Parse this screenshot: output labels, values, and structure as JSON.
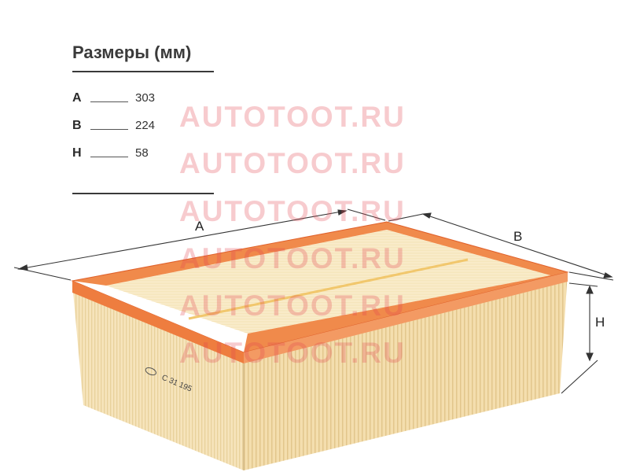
{
  "title": "Размеры (мм)",
  "dimensions": [
    {
      "letter": "A",
      "value": "303"
    },
    {
      "letter": "B",
      "value": "224"
    },
    {
      "letter": "H",
      "value": "58"
    }
  ],
  "diagram_labels": {
    "a": "A",
    "b": "B",
    "h": "H"
  },
  "filter_marking": "C 31 195",
  "watermark": "AUTOTOOT.RU",
  "colors": {
    "frame": "#f08a4b",
    "frame_dark": "#e0622c",
    "media": "#f7e6bf",
    "media_shade": "#ecd6a4",
    "text": "#3a3a3a",
    "watermark": "#e14650"
  }
}
